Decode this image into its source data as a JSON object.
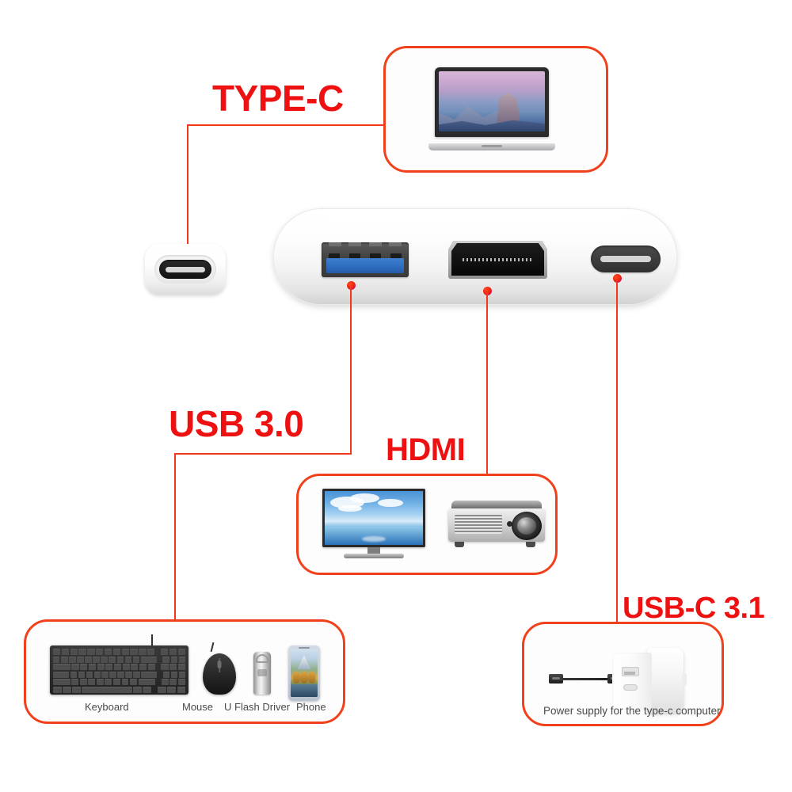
{
  "diagram": {
    "title": "USB-C multiport adapter callout diagram",
    "accent_color": "#ee1111",
    "line_color": "#ef3b1c",
    "background": "#ffffff"
  },
  "labels": {
    "type_c": "TYPE-C",
    "usb_30": "USB 3.0",
    "hdmi": "HDMI",
    "usb_c_31": "USB-C 3.1"
  },
  "device": {
    "name": "usb-c-multiport-adapter",
    "ports": [
      {
        "id": "type-c-male",
        "label": "TYPE-C",
        "kind": "plug",
        "color": "#131313"
      },
      {
        "id": "usb-a-3-0",
        "label": "USB 3.0",
        "kind": "usb-a",
        "color": "#2f6dc0"
      },
      {
        "id": "hdmi",
        "label": "HDMI",
        "kind": "hdmi",
        "color": "#070707"
      },
      {
        "id": "usb-c-3-1",
        "label": "USB-C 3.1",
        "kind": "usb-c",
        "color": "#303030"
      }
    ]
  },
  "boxes": {
    "laptop": {
      "name": "laptop-callout",
      "items": [
        {
          "name": "laptop",
          "caption": ""
        }
      ]
    },
    "display": {
      "name": "display-callout",
      "items": [
        {
          "name": "television",
          "caption": ""
        },
        {
          "name": "projector",
          "caption": ""
        }
      ]
    },
    "peripherals": {
      "name": "peripherals-callout",
      "items": [
        {
          "name": "keyboard",
          "caption": "Keyboard"
        },
        {
          "name": "mouse",
          "caption": "Mouse"
        },
        {
          "name": "flash-drive",
          "caption": "U Flash Driver"
        },
        {
          "name": "phone",
          "caption": "Phone"
        }
      ]
    },
    "power": {
      "name": "power-callout",
      "items": [
        {
          "name": "power-adapter",
          "caption": "Power supply for the type-c computer"
        }
      ]
    }
  },
  "captions": {
    "keyboard": "Keyboard",
    "mouse": "Mouse",
    "flash": "U Flash Driver",
    "phone": "Phone",
    "charger": "Power supply for the type-c computer"
  }
}
